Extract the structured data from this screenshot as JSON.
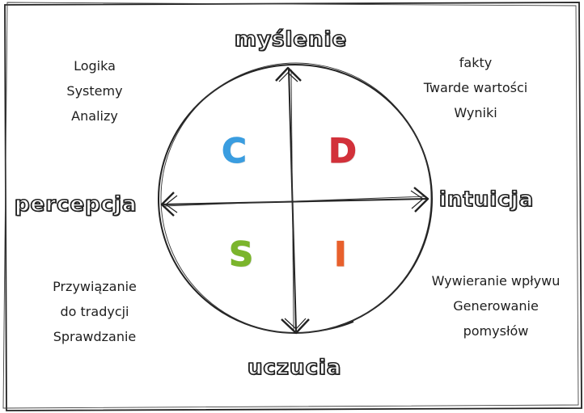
{
  "axes": {
    "top": "myślenie",
    "bottom": "uczucia",
    "left": "percepcja",
    "right": "intuicja"
  },
  "quadrants": {
    "top_left": {
      "letter": "C",
      "color": "#3a9de0"
    },
    "top_right": {
      "letter": "D",
      "color": "#d2313a"
    },
    "bottom_left": {
      "letter": "S",
      "color": "#7bb52c"
    },
    "bottom_right": {
      "letter": "I",
      "color": "#e8602c"
    }
  },
  "notes": {
    "top_left": [
      "Logika",
      "Systemy",
      "Analizy"
    ],
    "top_right": [
      "fakty",
      "Twarde wartości",
      "Wyniki"
    ],
    "bottom_left": [
      "Przywiązanie",
      "do tradycji",
      "Sprawdzanie"
    ],
    "bottom_right": [
      "Wywieranie wpływu",
      "Generowanie",
      "pomysłów"
    ]
  }
}
